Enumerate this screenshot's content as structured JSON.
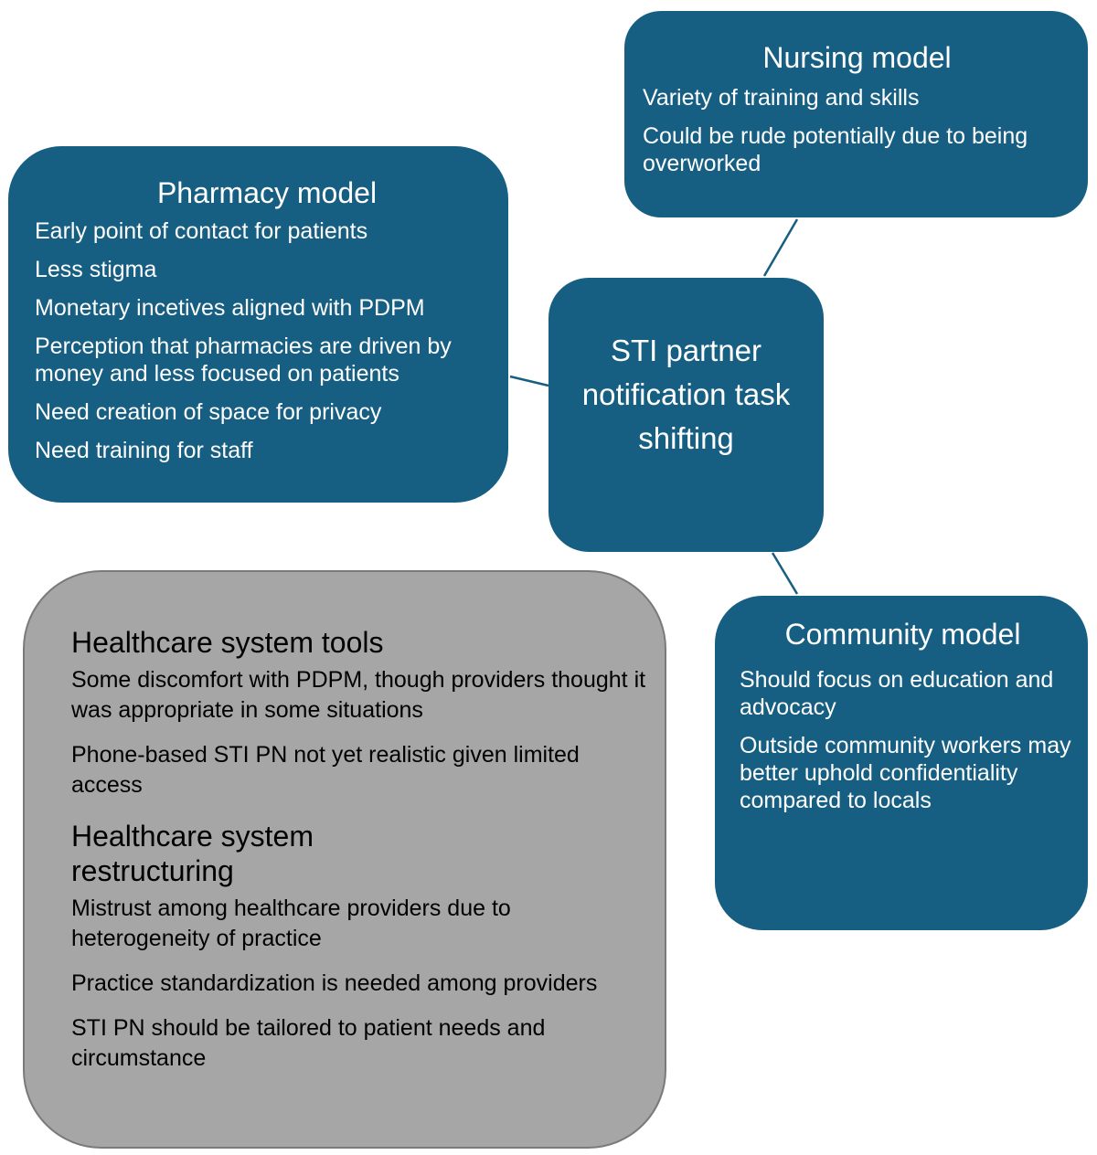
{
  "nursing": {
    "title": "Nursing model",
    "items": [
      "Variety of training and skills",
      "Could be rude potentially due to being overworked"
    ]
  },
  "pharmacy": {
    "title": "Pharmacy model",
    "items": [
      "Early point of contact for patients",
      "Less stigma",
      "Monetary incetives aligned with PDPM",
      "Perception that pharmacies are driven by money and less focused on patients",
      "Need creation of space for privacy",
      "Need training for staff"
    ]
  },
  "center": {
    "title": "STI partner notification task shifting"
  },
  "community": {
    "title": "Community model",
    "items": [
      "Should focus on education and advocacy",
      "Outside community workers may better uphold confidentiality compared to locals"
    ]
  },
  "healthcare": {
    "tools": {
      "title": "Healthcare system tools",
      "items": [
        "Some discomfort with PDPM, though providers thought it was appropriate in some situations",
        "Phone-based STI PN not yet realistic given limited access"
      ]
    },
    "restructuring": {
      "title": "Healthcare system restructuring",
      "items": [
        "Mistrust among healthcare providers due to heterogeneity of practice",
        "Practice standardization is needed among providers",
        "STI PN should be tailored to patient needs and circumstance"
      ]
    }
  },
  "colors": {
    "box_fill": "#175f82",
    "tools_fill": "#a6a6a6",
    "connector": "#175f82"
  }
}
